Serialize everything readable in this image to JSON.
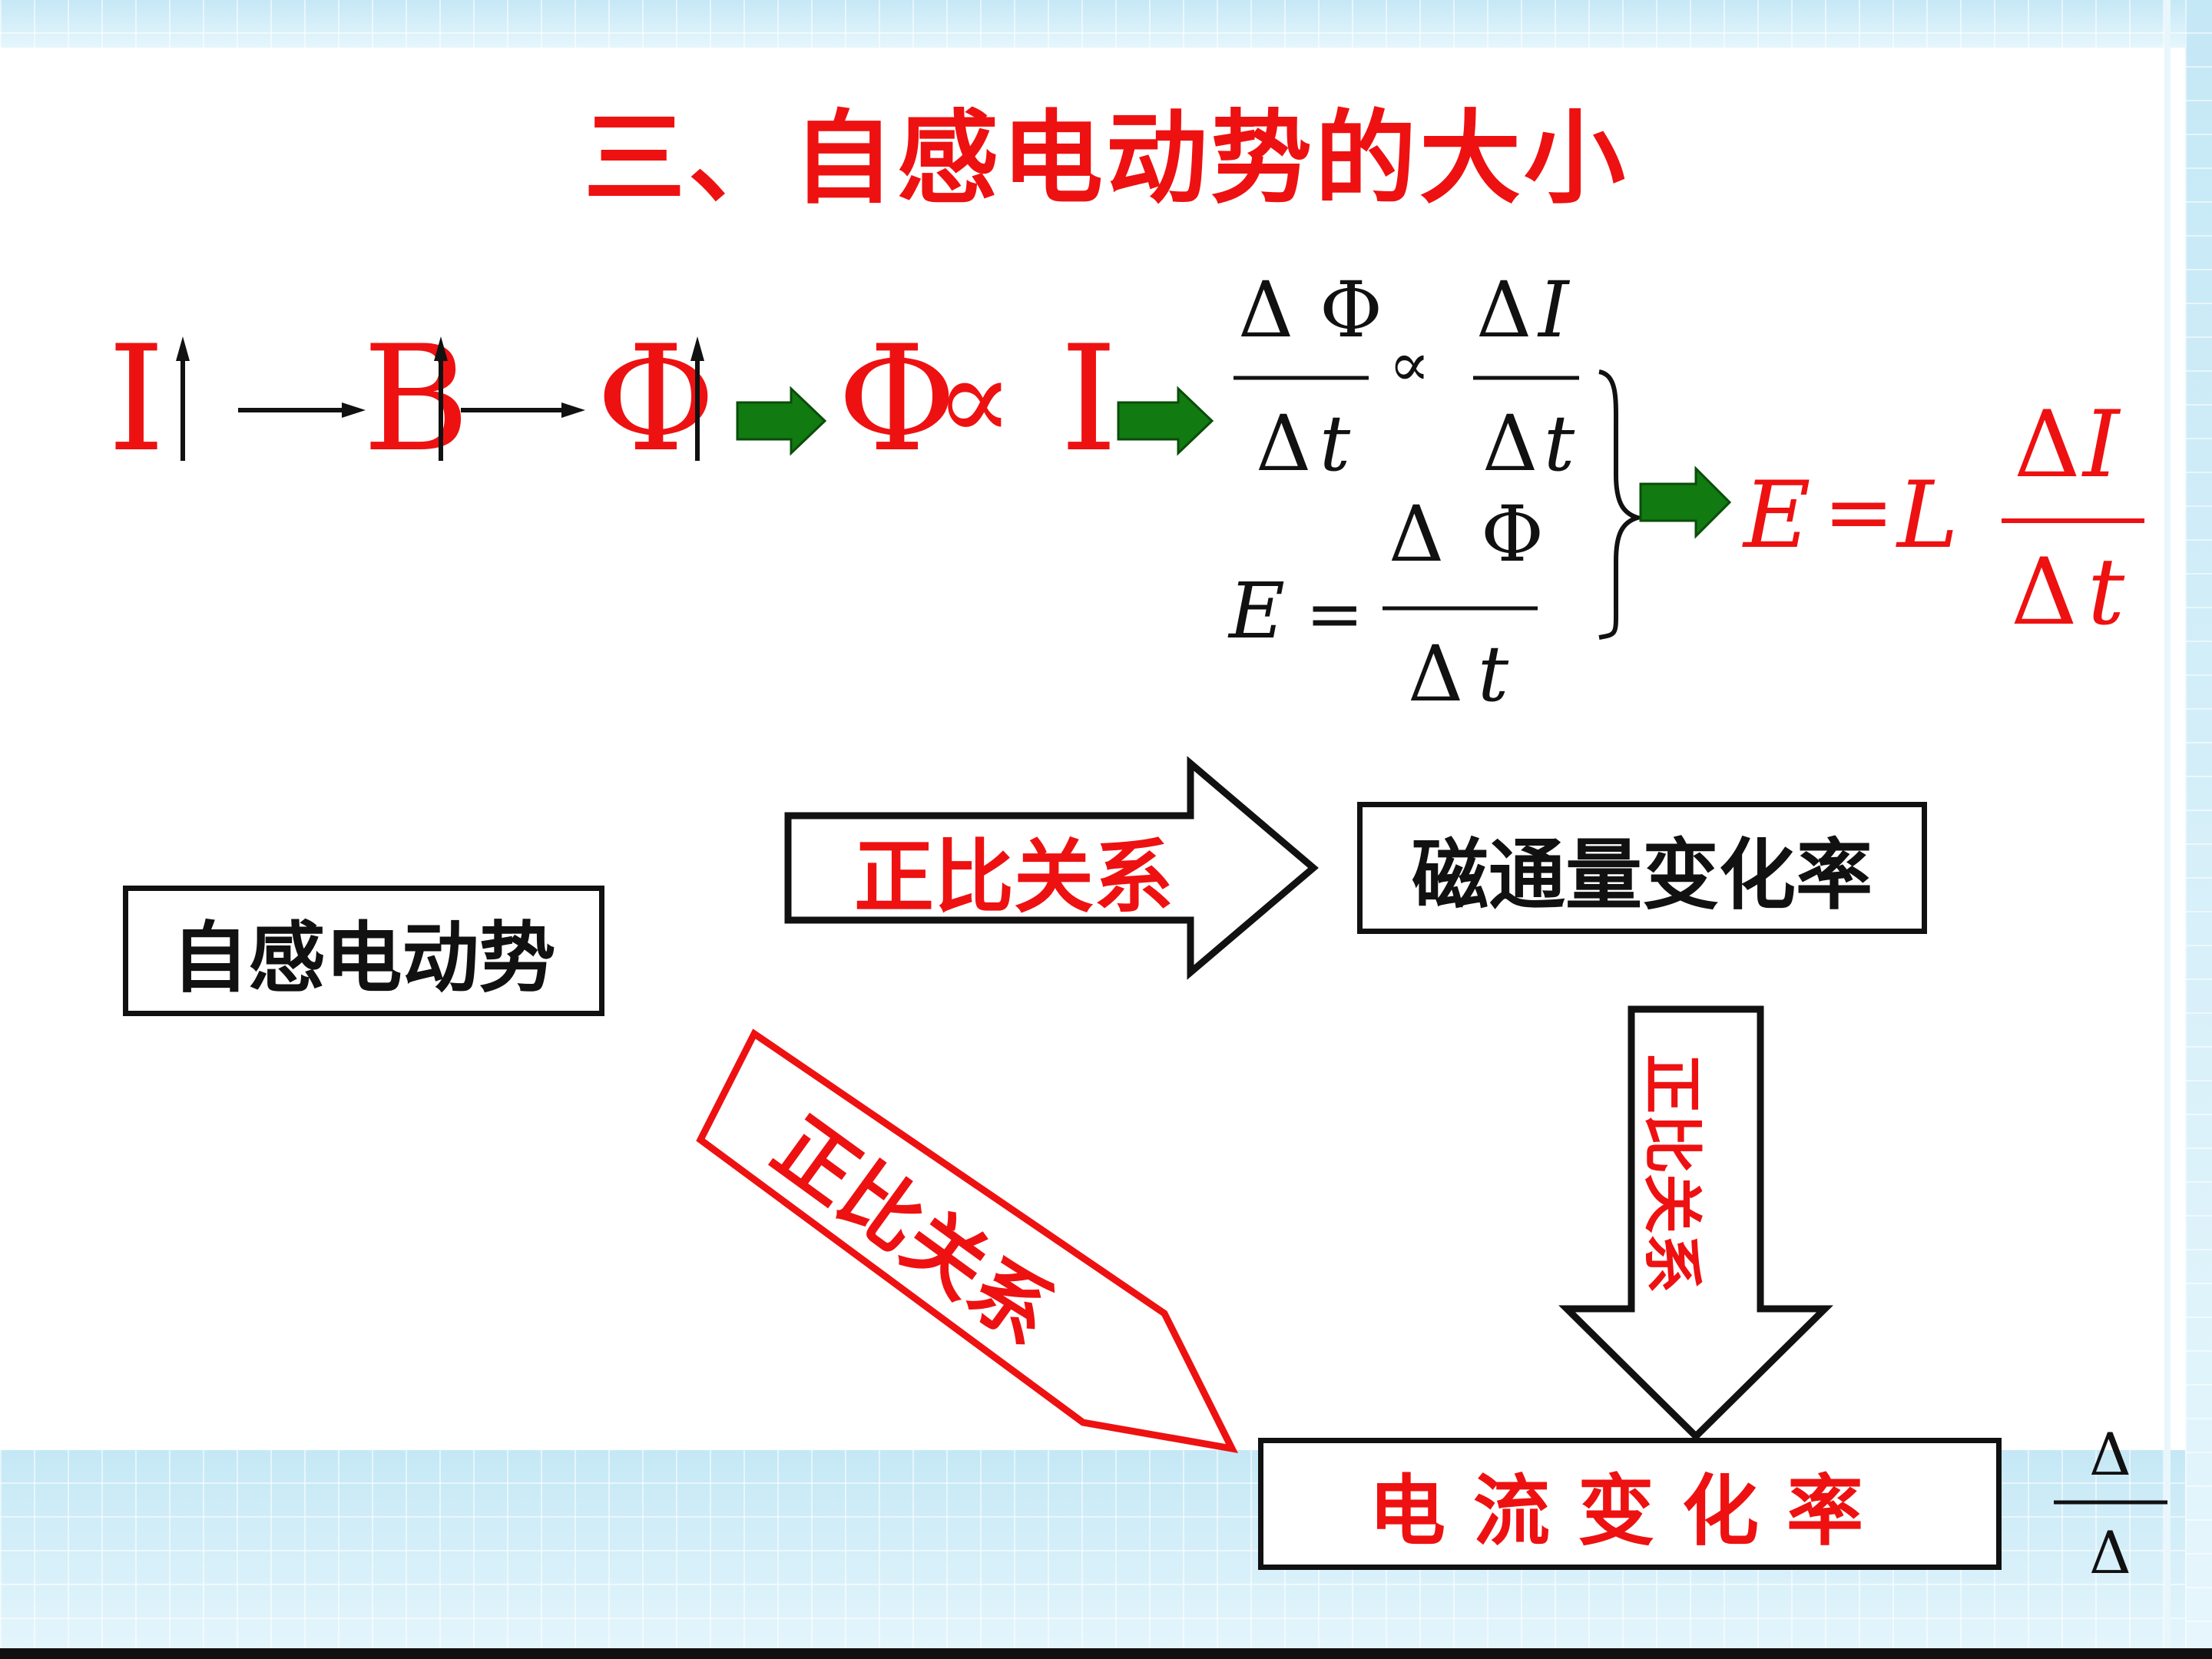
{
  "title": "三、自感电动势的大小",
  "chain": {
    "current": "I",
    "field": "B",
    "flux": "Φ",
    "prop_flux": "Φ",
    "prop_symbol": "∝",
    "prop_current": "I"
  },
  "formulas": {
    "delta": "Δ",
    "phi": "Φ",
    "t": "t",
    "I": "I",
    "E": "E",
    "L": "L",
    "equals": "=",
    "proportional": "∝"
  },
  "boxes": {
    "emf": "自感电动势",
    "flux_rate": "磁通量变化率",
    "current_rate": "电流变化率"
  },
  "arrow_labels": {
    "right": "正比关系",
    "down": "正比关系",
    "diagonal": "正比关系"
  },
  "colors": {
    "red": "#ee1111",
    "green": "#117a11",
    "black": "#111111"
  }
}
